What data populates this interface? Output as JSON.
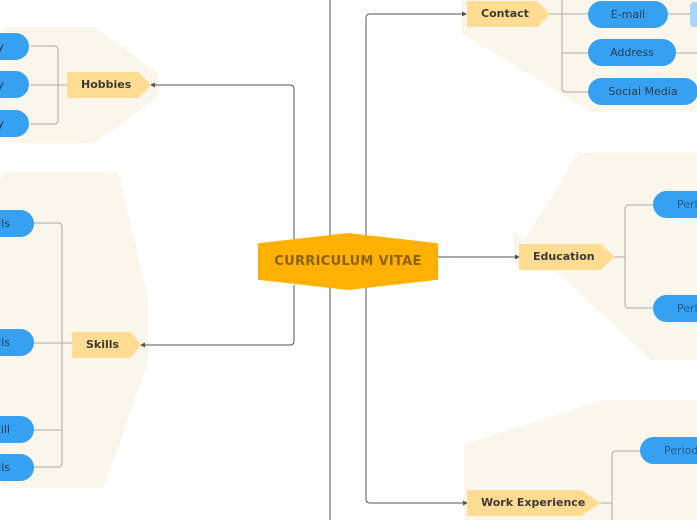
{
  "center": {
    "title": "CURRICULUM VITAE"
  },
  "topics": {
    "hobbies": {
      "label": "Hobbies",
      "children": [
        "y",
        "y",
        "y"
      ]
    },
    "skills": {
      "label": "Skills",
      "children": [
        "lls",
        "lls",
        "kill",
        "lls"
      ]
    },
    "contact": {
      "label": "Contact",
      "children": [
        "E-mail",
        "Address",
        "Social Media"
      ]
    },
    "education": {
      "label": "Education",
      "children": [
        "Peri",
        "Peri"
      ]
    },
    "work": {
      "label": "Work Experience",
      "children": [
        "Period"
      ]
    }
  },
  "colors": {
    "central": "#ffb000",
    "topic": "#ffdc92",
    "subtopic": "#35a1f0",
    "group_bg": "#faf6ec"
  }
}
